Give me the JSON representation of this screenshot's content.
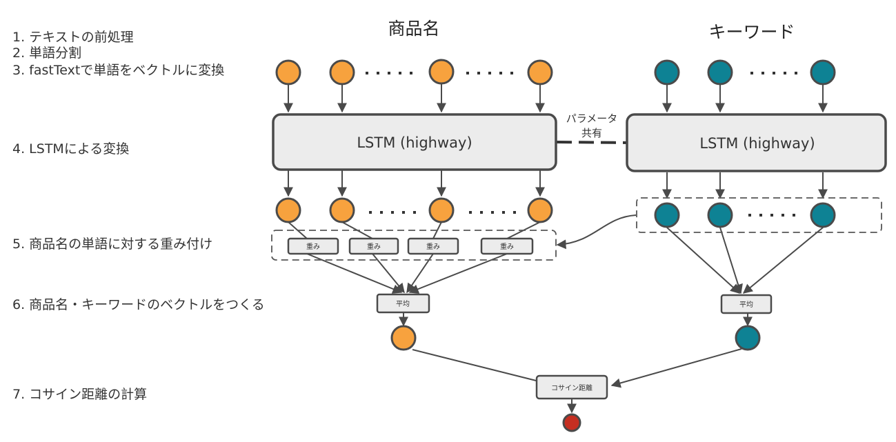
{
  "steps": [
    "1. テキストの前処理",
    "2. 単語分割",
    "3. fastTextで単語をベクトルに変換",
    "4. LSTMによる変換",
    "5. 商品名の単語に対する重み付け",
    "6. 商品名・キーワードのベクトルをつくる",
    "7. コサイン距離の計算"
  ],
  "columns": {
    "product_title": "商品名",
    "keyword_title": "キーワード"
  },
  "lstm": {
    "left_label": "LSTM (highway)",
    "right_label": "LSTM (highway)"
  },
  "shared": {
    "line1": "パラメータ",
    "line2": "共有"
  },
  "weights": [
    "重み",
    "重み",
    "重み",
    "重み"
  ],
  "average": {
    "left": "平均",
    "right": "平均"
  },
  "cosine_label": "コサイン距離",
  "colors": {
    "product_node": "#f7a23e",
    "keyword_node": "#0e8294",
    "output_node": "#c52f21",
    "box_fill": "#ececec",
    "stroke": "#4a4a4a"
  }
}
